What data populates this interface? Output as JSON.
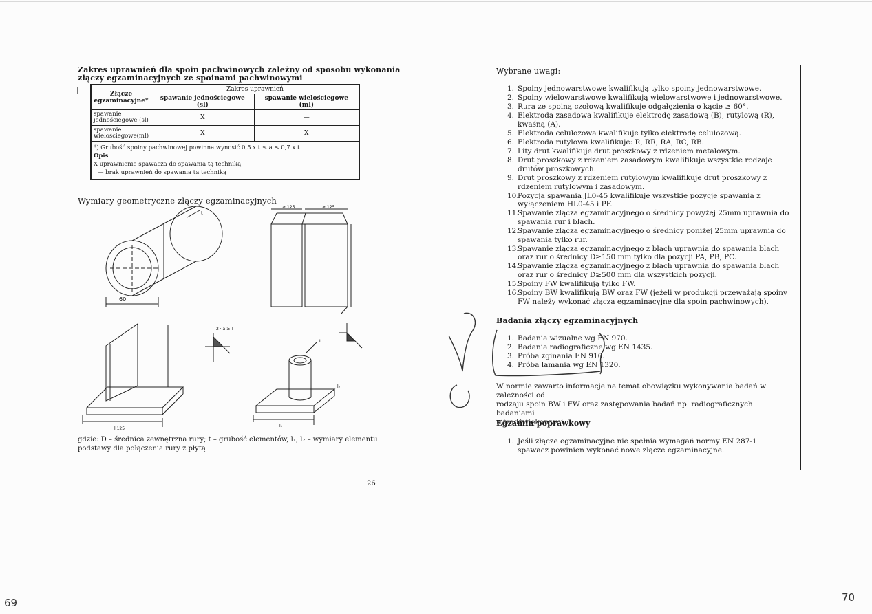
{
  "left_page": {
    "heading_line1": "Zakres uprawnień dla spoin pachwinowych zależny od sposobu wykonania",
    "heading_line2": "złączy egzaminacyjnych ze spoinami pachwinowymi",
    "table": {
      "col1_header": "Złącze egzaminacyjne*",
      "group_header": "Zakres uprawnień",
      "col2_header": "spawanie jednościegowe (sl)",
      "col3_header": "spawanie wielościegowe (ml)",
      "rows": [
        {
          "label": "spawanie jednościegowe (sl)",
          "sl": "X",
          "ml": "—"
        },
        {
          "label": "spawanie wielościegowe(ml)",
          "sl": "X",
          "ml": "X"
        }
      ],
      "footnote": "*) Grubość spoiny pachwinowej powinna wynosić 0,5 x t ≤ a ≤ 0,7 x t",
      "legend_title": "Opis",
      "legend_x": "X  uprawnienie spawacza do spawania tą techniką,",
      "legend_dash": "—  brak uprawnień do spawania tą techniką"
    },
    "figures_heading": "Wymiary geometryczne złączy egzaminacyjnych",
    "fig_labels": {
      "a": "60",
      "b": "t",
      "c": "≥ 125",
      "d": "≥ 125",
      "e": "l₂",
      "f": "l₁",
      "g": "2 · a ≥ T",
      "h": "l 125",
      "i": "l₁",
      "j": "l₂"
    },
    "caption_line1": "gdzie: D – średnica zewnętrzna rury; t – grubość elementów, l₁, l₂ – wymiary elementu",
    "caption_line2": "podstawy dla połączenia rury z płytą",
    "page_number": "26",
    "corner_handwriting": "69"
  },
  "right_page": {
    "heading_remarks": "Wybrane uwagi:",
    "remarks": [
      {
        "n": "1.",
        "text": "Spoiny jednowarstwowe kwalifikują tylko spoiny jednowarstwowe."
      },
      {
        "n": "2.",
        "text": "Spoiny wielowarstwowe kwalifikują wielowarstwowe i jednowarstwowe."
      },
      {
        "n": "3.",
        "text": "Rura ze spoiną czołową kwalifikuje odgałęzienia o kącie ≥ 60°."
      },
      {
        "n": "4.",
        "text": "Elektroda zasadowa kwalifikuje elektrodę zasadową (B), rutylową (R), kwaśną (A)."
      },
      {
        "n": "5.",
        "text": "Elektroda celulozowa kwalifikuje tylko elektrodę celulozową."
      },
      {
        "n": "6.",
        "text": "Elektroda rutylowa kwalifikuje: R, RR, RA, RC, RB."
      },
      {
        "n": "7.",
        "text": "Lity drut kwalifikuje drut proszkowy z rdzeniem metalowym."
      },
      {
        "n": "8.",
        "text": "Drut proszkowy z rdzeniem zasadowym kwalifikuje wszystkie rodzaje drutów proszkowych."
      },
      {
        "n": "9.",
        "text": "Drut proszkowy z rdzeniem rutylowym kwalifikuje drut proszkowy z rdzeniem rutylowym i zasadowym."
      },
      {
        "n": "10.",
        "text": "Pozycja spawania JL0-45 kwalifikuje wszystkie pozycje spawania z wyłączeniem HL0-45 i PF."
      },
      {
        "n": "11.",
        "text": "Spawanie złącza egzaminacyjnego o średnicy powyżej 25mm uprawnia do spawania rur i blach."
      },
      {
        "n": "12.",
        "text": "Spawanie złącza egzaminacyjnego o średnicy poniżej 25mm uprawnia do spawania tylko rur."
      },
      {
        "n": "13.",
        "text": "Spawanie złącza egzaminacyjnego z blach uprawnia do spawania blach oraz rur o średnicy D≥150 mm tylko dla pozycji PA, PB, PC."
      },
      {
        "n": "14.",
        "text": "Spawanie złącza egzaminacyjnego z blach uprawnia do spawania blach oraz rur o średnicy D≥500 mm dla wszystkich pozycji."
      },
      {
        "n": "15.",
        "text": "Spoiny FW kwalifikują tylko FW."
      },
      {
        "n": "16.",
        "text": "Spoiny BW kwalifikują BW oraz FW (jeżeli w produkcji przeważają spoiny FW należy wykonać złącza egzaminacyjne dla spoin pachwinowych)."
      }
    ],
    "heading_tests": "Badania złączy egzaminacyjnych",
    "tests": [
      {
        "n": "1.",
        "text": "Badania wizualne wg EN 970."
      },
      {
        "n": "2.",
        "text": "Badania radiograficzne wg EN 1435."
      },
      {
        "n": "3.",
        "text": "Próba zginania EN 910."
      },
      {
        "n": "4.",
        "text": "Próba łamania wg EN 1320."
      }
    ],
    "norm_paragraph_l1": "W normie zawarto informacje na temat obowiązku wykonywania badań w zależności od",
    "norm_paragraph_l2": "rodzaju spoin BW i FW oraz zastępowania badań np. radiograficznych badaniami",
    "norm_paragraph_l3": "ultradźwiękowymi.",
    "heading_retake": "Egzamin poprawkowy",
    "retake": [
      {
        "n": "1.",
        "text": "Jeśli złącze egzaminacyjne nie spełnia wymagań normy EN 287-1 spawacz powinien wykonać nowe złącze egzaminacyjne."
      }
    ],
    "corner_handwriting": "70"
  }
}
